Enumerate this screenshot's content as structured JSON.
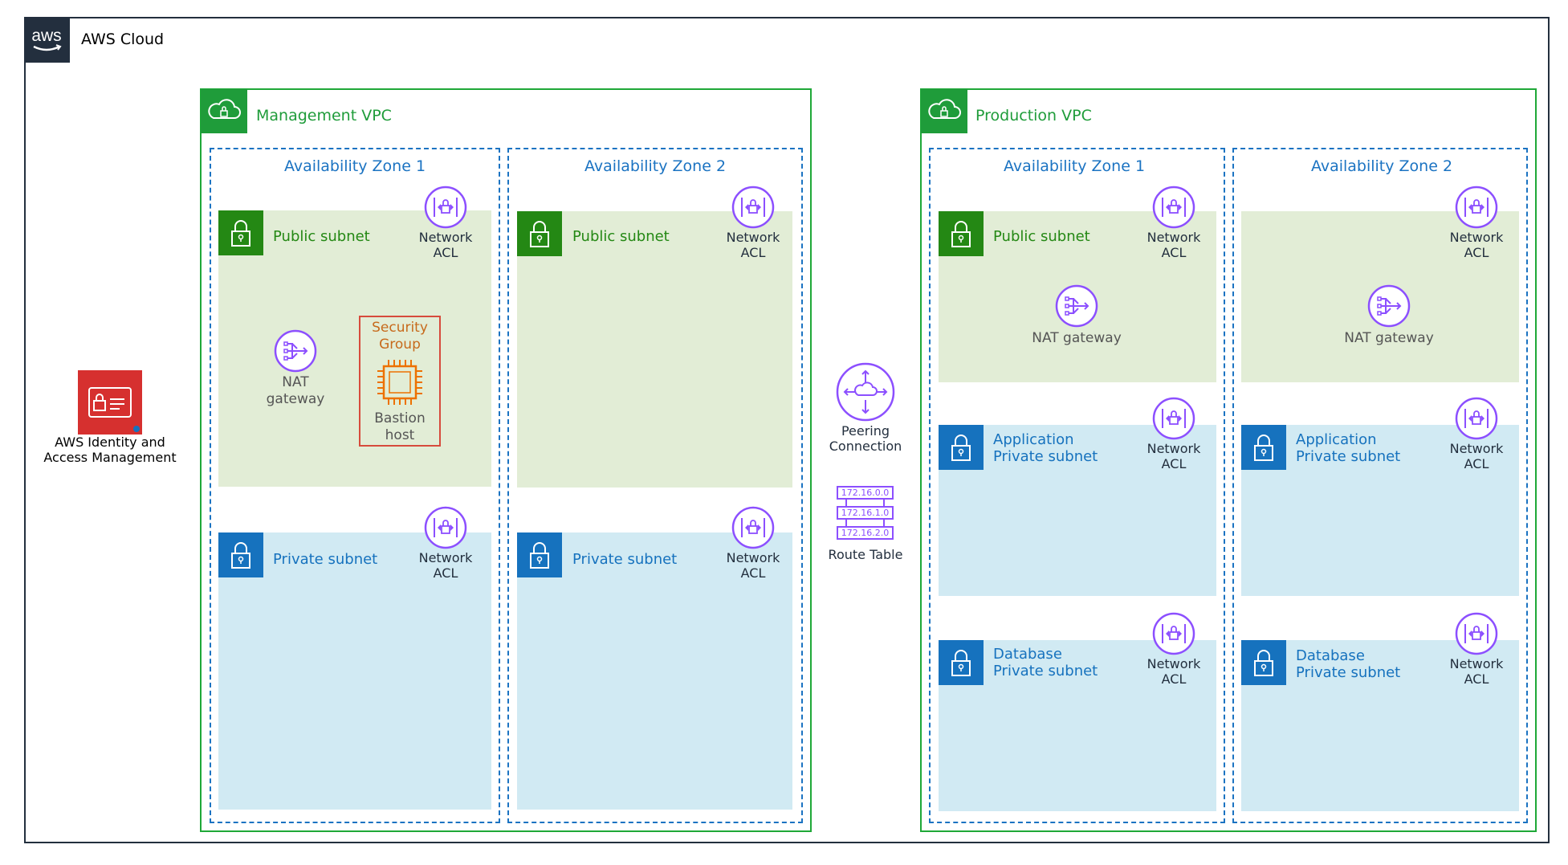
{
  "cloud": {
    "title": "AWS Cloud",
    "logo_text": "aws"
  },
  "iam": {
    "label_line1": "AWS Identity and",
    "label_line2": "Access Management"
  },
  "center": {
    "peering_line1": "Peering",
    "peering_line2": "Connection",
    "route_table_label": "Route Table",
    "routes": [
      "172.16.0.0",
      "172.16.1.0",
      "172.16.2.0"
    ]
  },
  "management_vpc": {
    "title": "Management VPC",
    "az1": {
      "title": "Availability Zone 1",
      "public_subnet": "Public subnet",
      "private_subnet": "Private subnet",
      "nat_line1": "NAT",
      "nat_line2": "gateway",
      "security_group_line1": "Security",
      "security_group_line2": "Group",
      "bastion_line1": "Bastion",
      "bastion_line2": "host"
    },
    "az2": {
      "title": "Availability Zone 2",
      "public_subnet": "Public subnet",
      "private_subnet": "Private subnet"
    }
  },
  "production_vpc": {
    "title": "Production VPC",
    "az1": {
      "title": "Availability Zone 1",
      "public_subnet": "Public subnet",
      "nat": "NAT gateway",
      "app_line1": "Application",
      "app_line2": "Private subnet",
      "db_line1": "Database",
      "db_line2": "Private subnet"
    },
    "az2": {
      "title": "Availability Zone 2",
      "nat": "NAT gateway",
      "app_line1": "Application",
      "app_line2": "Private subnet",
      "db_line1": "Database",
      "db_line2": "Private subnet"
    }
  },
  "acl": {
    "line1": "Network",
    "line2": "ACL"
  },
  "colors": {
    "vpc_green": "#1FA838",
    "public_subnet_bg": "#E2EDD6",
    "private_subnet_bg": "#D1EAF3",
    "az_blue": "#1B73C2",
    "service_purple": "#8C4FFF",
    "iam_red": "#D6302F",
    "security_group_red": "#D74B3C"
  },
  "icons": [
    "aws-logo",
    "vpc-cloud-lock-icon",
    "subnet-lock-icon",
    "network-acl-icon",
    "nat-gateway-icon",
    "ec2-instance-icon",
    "peering-connection-icon",
    "route-table-icon",
    "iam-icon"
  ]
}
